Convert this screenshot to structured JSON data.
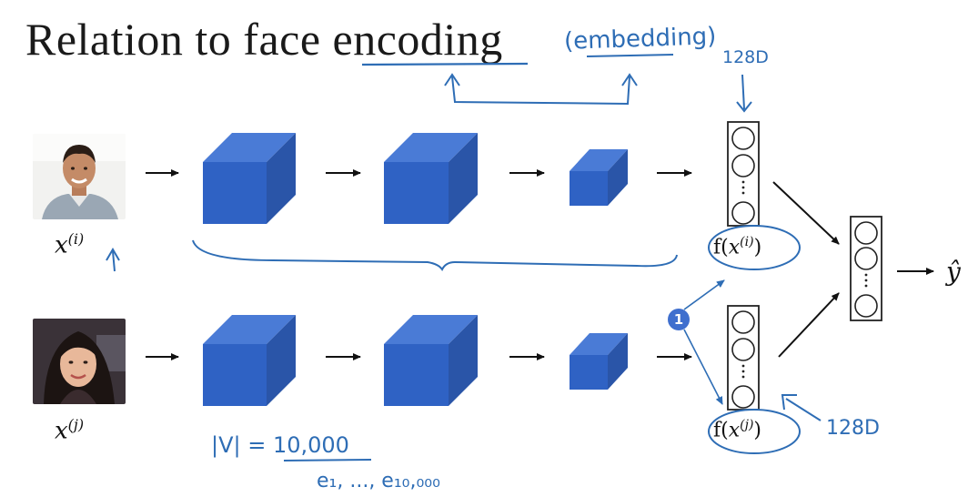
{
  "title": "Relation to face encoding",
  "annotations": {
    "embedding": "(embedding)",
    "dim_top": "128D",
    "dim_bottom": "128D",
    "vocab": "|V| = 10,000",
    "vectors": "e₁, ..., e₁₀,₀₀₀"
  },
  "inputs": {
    "top_label_base": "x",
    "top_label_sup": "(i)",
    "bottom_label_base": "x",
    "bottom_label_sup": "(j)"
  },
  "encodings": {
    "top_f": "f(",
    "top_x": "x",
    "top_sup": "(i)",
    "top_close": ")",
    "bottom_f": "f(",
    "bottom_x": "x",
    "bottom_sup": "(j)",
    "bottom_close": ")"
  },
  "output": {
    "label": "ŷ"
  },
  "badge": "1",
  "colors": {
    "cube_front": "#2f62c4",
    "cube_top": "#4a7bd6",
    "cube_side": "#2a55a8",
    "ink": "#2e6db5"
  }
}
